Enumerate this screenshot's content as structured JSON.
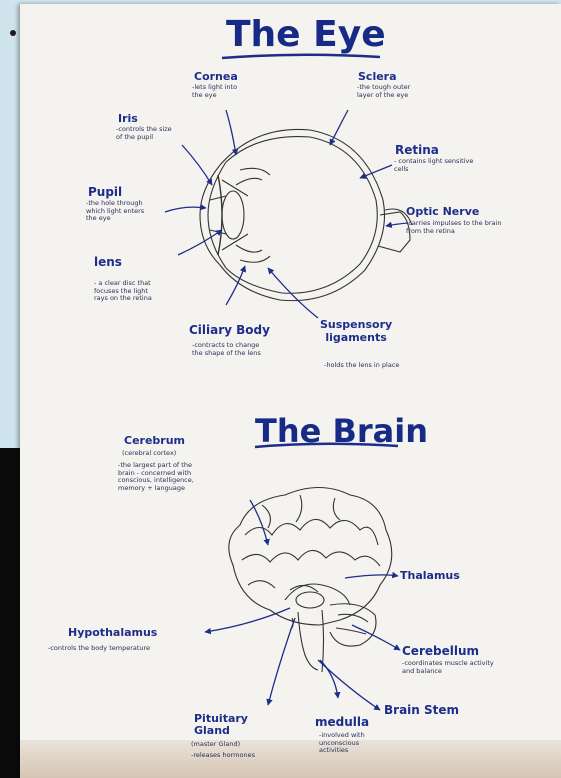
{
  "eye": {
    "title": "The Eye",
    "labels": {
      "cornea": {
        "name": "Cornea",
        "desc": "-lets light into\nthe eye"
      },
      "sclera": {
        "name": "Sclera",
        "desc": "-the tough outer\nlayer of the eye"
      },
      "iris": {
        "name": "Iris",
        "desc": "-controls the size\nof the pupil"
      },
      "retina": {
        "name": "Retina",
        "desc": "- contains light sensitive\ncells"
      },
      "pupil": {
        "name": "Pupil",
        "desc": "-the hole through\nwhich light enters\nthe eye"
      },
      "optic_nerve": {
        "name": "Optic Nerve",
        "desc": "-carries impulses to the brain\nfrom the retina"
      },
      "lens": {
        "name": "lens",
        "desc": "- a clear disc that\nfocuses the light\nrays on the retina"
      },
      "ciliary_body": {
        "name": "Ciliary Body",
        "desc": "-contracts to change\nthe shape of the lens"
      },
      "suspensory_ligaments": {
        "name": "Suspensory\nligaments",
        "desc": "-holds the lens in place"
      }
    }
  },
  "brain": {
    "title": "The Brain",
    "labels": {
      "cerebrum": {
        "name": "Cerebrum",
        "sub": "(cerebral cortex)",
        "desc": "-the largest part of the\nbrain - concerned with\nconscious, intelligence,\nmemory + language"
      },
      "thalamus": {
        "name": "Thalamus"
      },
      "hypothalamus": {
        "name": "Hypothalamus",
        "desc": "-controls the body temperature"
      },
      "cerebellum": {
        "name": "Cerebellum",
        "desc": "-coordinates muscle activity\nand balance"
      },
      "brain_stem": {
        "name": "Brain Stem"
      },
      "pituitary_gland": {
        "name": "Pituitary\nGland",
        "sub": "(master Gland)",
        "desc": "-releases hormones"
      },
      "medulla": {
        "name": "medulla",
        "desc": "-involved with\nunconscious\nactivities"
      }
    }
  },
  "colors": {
    "ink": "#1d2d8a",
    "note_ink": "#2a2f5a",
    "paper": "#f4f3ef",
    "background": "#cfe6ee"
  }
}
